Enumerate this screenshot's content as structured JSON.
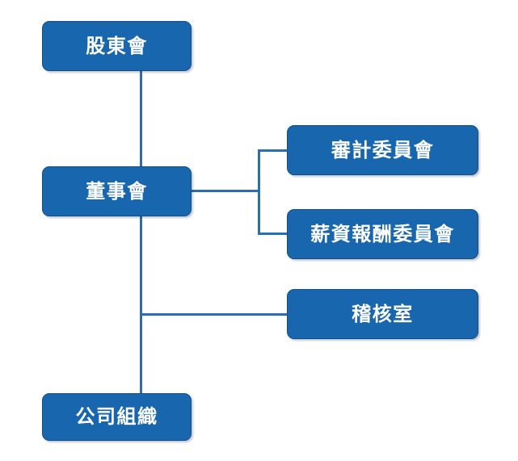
{
  "chart_data": {
    "type": "diagram",
    "subtype": "organization-chart",
    "title": "",
    "orientation": "top-down",
    "accent_color": "#1766AE",
    "border_color": "#174E86",
    "connector_color": "#2B6CB5",
    "text_color": "#FFFFFF",
    "background_color": "#FFFFFF",
    "nodes": [
      {
        "id": "shareholders",
        "label": "股東會",
        "level": 1
      },
      {
        "id": "board",
        "label": "董事會",
        "level": 2
      },
      {
        "id": "audit-committee",
        "label": "審計委員會",
        "level": 3
      },
      {
        "id": "comp-committee",
        "label": "薪資報酬委員會",
        "level": 3
      },
      {
        "id": "audit-office",
        "label": "稽核室",
        "level": 3
      },
      {
        "id": "company",
        "label": "公司組織",
        "level": 3
      }
    ],
    "edges": [
      {
        "from": "shareholders",
        "to": "board"
      },
      {
        "from": "board",
        "to": "audit-committee"
      },
      {
        "from": "board",
        "to": "comp-committee"
      },
      {
        "from": "board",
        "to": "audit-office"
      },
      {
        "from": "board",
        "to": "company"
      }
    ]
  },
  "chart": {
    "nodes": {
      "shareholders": {
        "label": "股東會"
      },
      "board": {
        "label": "董事會"
      },
      "audit_committee": {
        "label": "審計委員會"
      },
      "comp_committee": {
        "label": "薪資報酬委員會"
      },
      "audit_office": {
        "label": "稽核室"
      },
      "company": {
        "label": "公司組織"
      }
    }
  }
}
